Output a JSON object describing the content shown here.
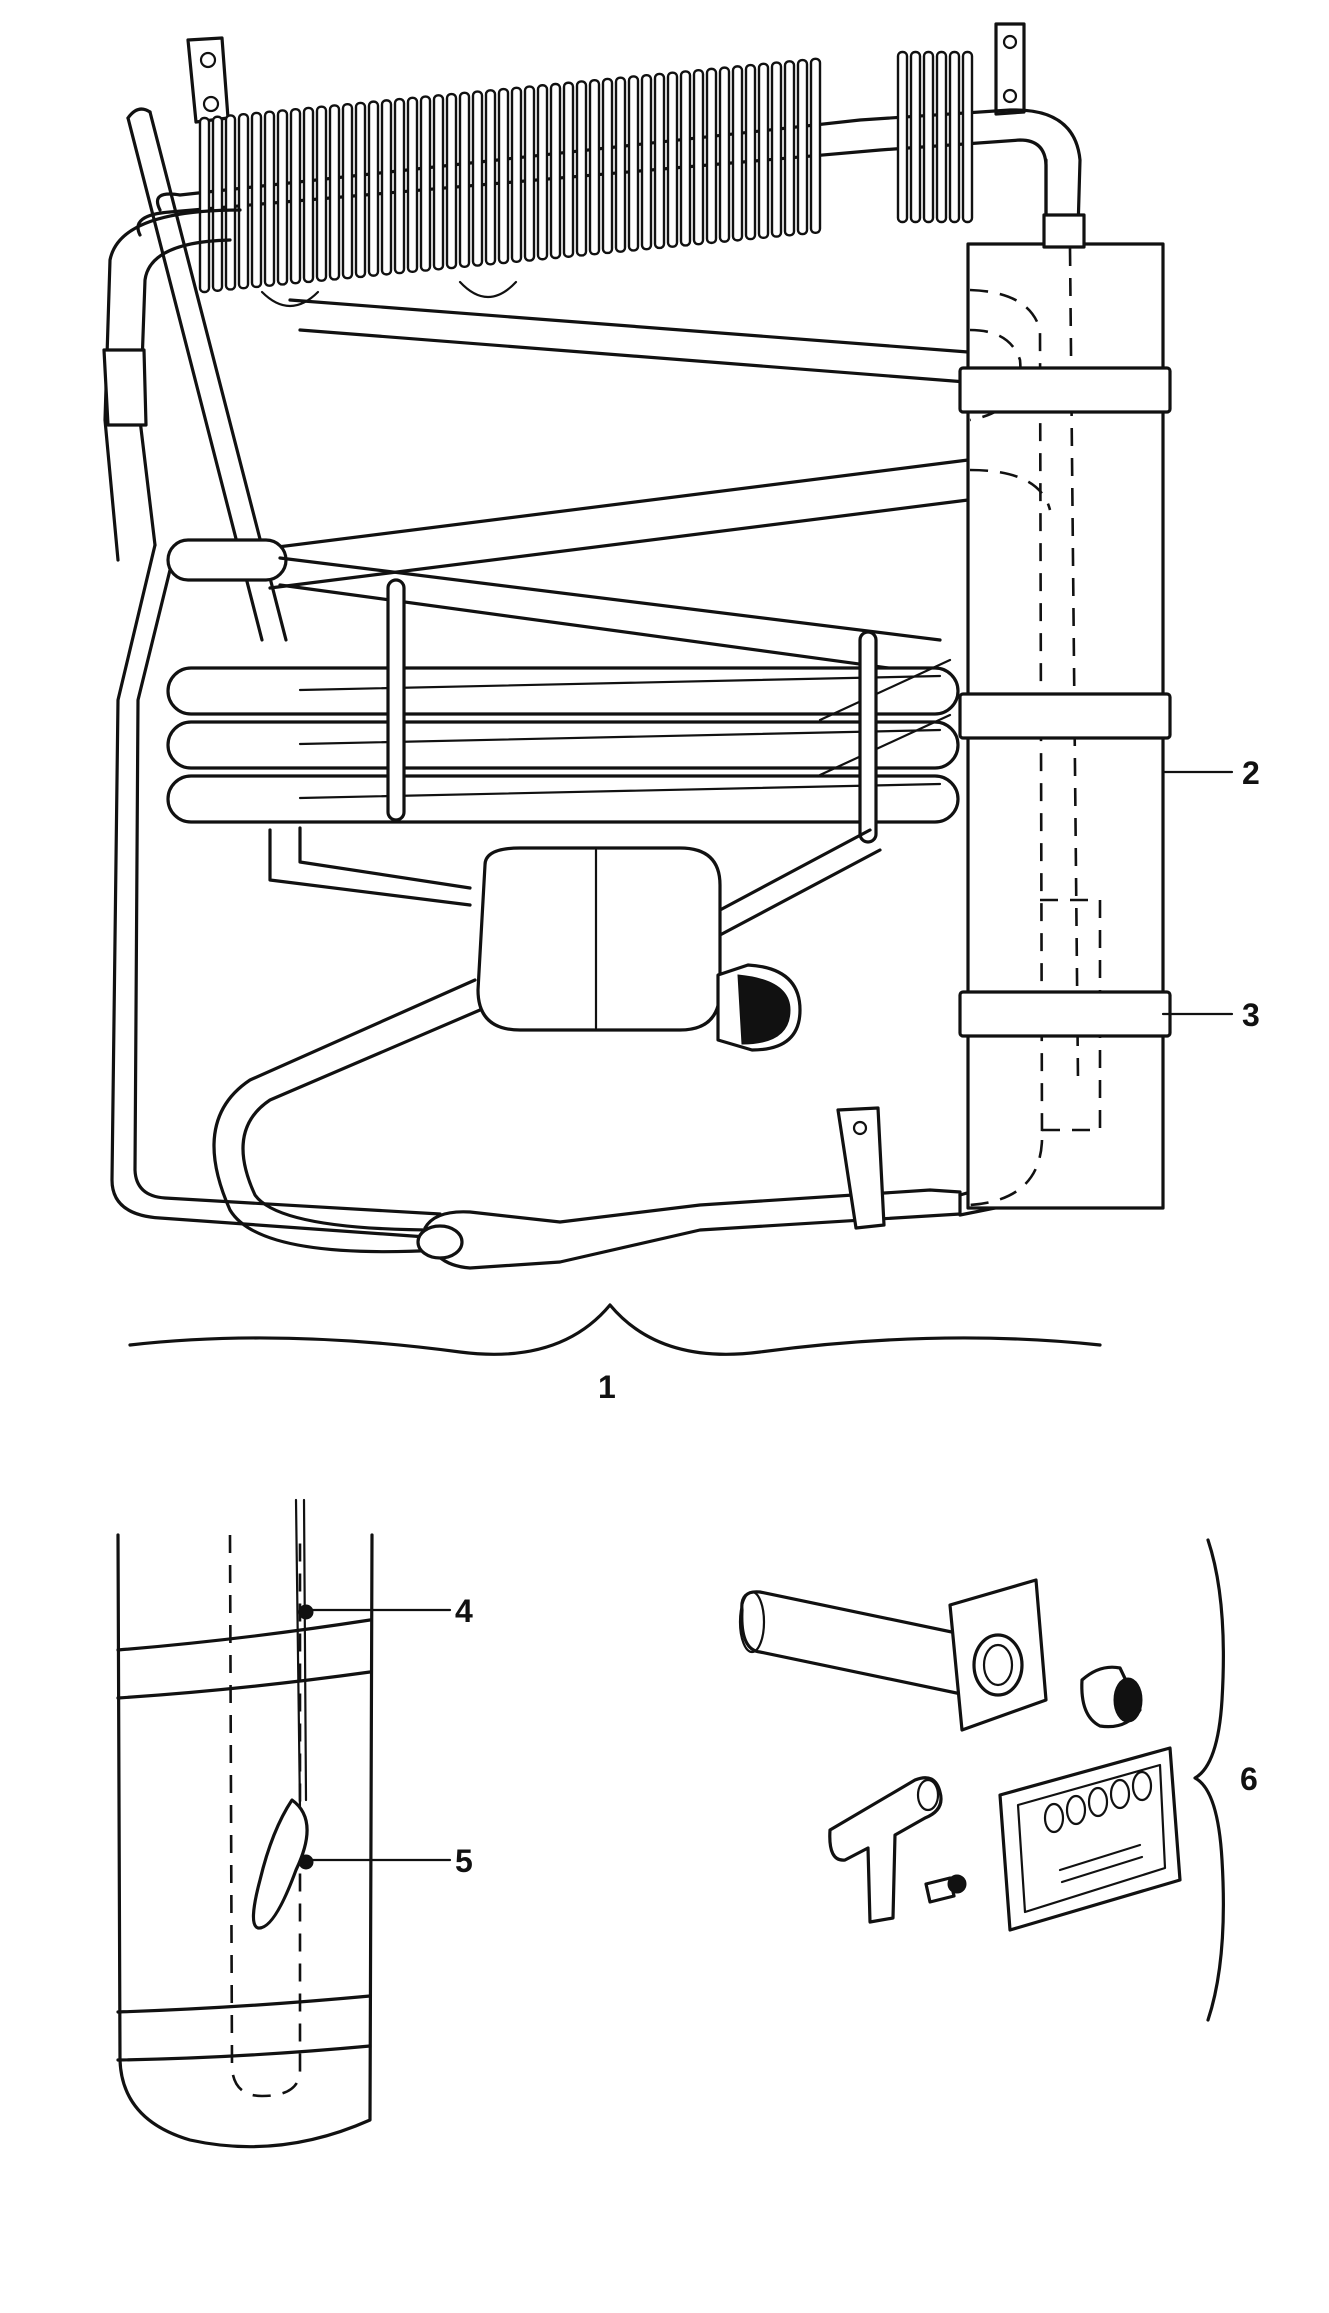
{
  "callouts": {
    "c1": "1",
    "c2": "2",
    "c3": "3",
    "c4": "4",
    "c5": "5",
    "c6": "6"
  },
  "style": {
    "line_color": "#111111",
    "background": "#ffffff"
  }
}
